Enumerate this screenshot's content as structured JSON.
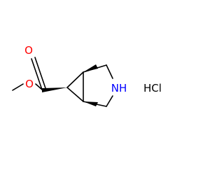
{
  "diagram": {
    "type": "chemical-structure",
    "atoms": {
      "carbonyl_oxygen": "O",
      "ester_oxygen": "O",
      "ring_nitrogen": "NH",
      "salt": "HCl"
    },
    "colors": {
      "bond": "#000000",
      "oxygen": "#ff0000",
      "nitrogen": "#0000ff",
      "salt": "#000000"
    }
  }
}
